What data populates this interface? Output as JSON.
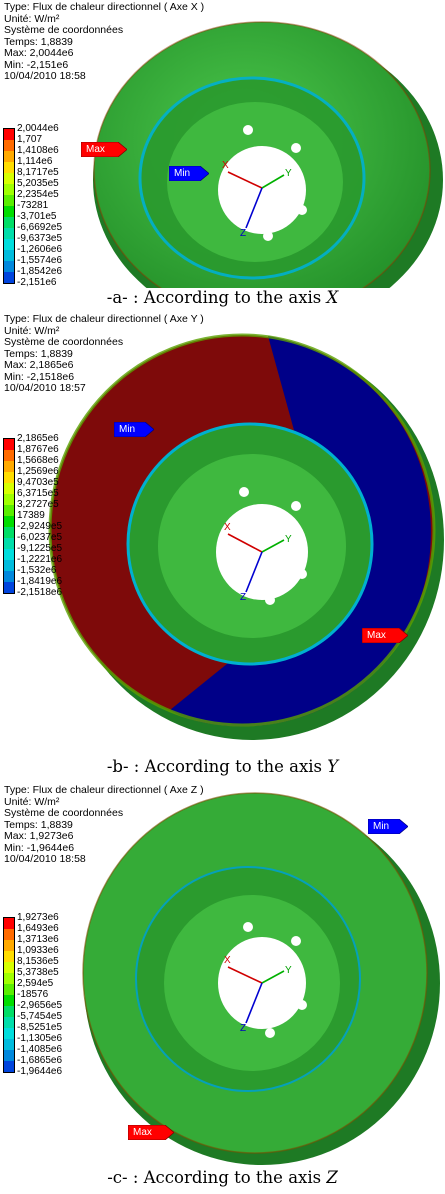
{
  "panels": [
    {
      "info": {
        "type": "Type: Flux de chaleur directionnel ( Axe X )",
        "unit": "Unité: W/m²",
        "coord": "Système de coordonnées",
        "time": "Temps: 1,8839",
        "max": "Max: 2,0044e6",
        "min": "Min: -2,151e6",
        "date": "10/04/2010 18:58"
      },
      "legend": [
        "2,0044e6",
        "1,707",
        "1,4108e6",
        "1,114e6",
        "8,1717e5",
        "5,2035e5",
        "2,2354e5",
        "-73281",
        "-3,701e5",
        "-6,6692e5",
        "-9,6373e5",
        "-1,2606e6",
        "-1,5574e6",
        "-1,8542e6",
        "-2,151e6"
      ],
      "max_label": "Max",
      "min_label": "Min",
      "axis_y": "Y",
      "axis_z": "Z",
      "axis_x": "X",
      "caption": "-a- : According to the axis ",
      "caption_axis": "X"
    },
    {
      "info": {
        "type": "Type: Flux de chaleur directionnel ( Axe Y )",
        "unit": "Unité: W/m²",
        "coord": "Système de coordonnées",
        "time": "Temps: 1,8839",
        "max": "Max: 2,1865e6",
        "min": "Min: -2,1518e6",
        "date": "10/04/2010 18:57"
      },
      "legend": [
        "2,1865e6",
        "1,8767e6",
        "1,5668e6",
        "1,2569e6",
        "9,4703e5",
        "6,3715e5",
        "3,2727e5",
        "17389",
        "-2,9249e5",
        "-6,0237e5",
        "-9,1225e5",
        "-1,2221e6",
        "-1,532e6",
        "-1,8419e6",
        "-2,1518e6"
      ],
      "max_label": "Max",
      "min_label": "Min",
      "axis_y": "Y",
      "axis_z": "Z",
      "axis_x": "X",
      "caption": "-b- : According to the axis ",
      "caption_axis": "Y"
    },
    {
      "info": {
        "type": "Type: Flux de chaleur directionnel ( Axe Z )",
        "unit": "Unité: W/m²",
        "coord": "Système de coordonnées",
        "time": "Temps: 1,8839",
        "max": "Max: 1,9273e6",
        "min": "Min: -1,9644e6",
        "date": "10/04/2010 18:58"
      },
      "legend": [
        "1,9273e6",
        "1,6493e6",
        "1,3713e6",
        "1,0933e6",
        "8,1536e5",
        "5,3738e5",
        "2,594e5",
        "-18576",
        "-2,9656e5",
        "-5,7454e5",
        "-8,5251e5",
        "-1,1305e6",
        "-1,4085e6",
        "-1,6865e6",
        "-1,9644e6"
      ],
      "max_label": "Max",
      "min_label": "Min",
      "axis_y": "Y",
      "axis_z": "Z",
      "axis_x": "X",
      "caption": "-c- : According to the axis ",
      "caption_axis": "Z"
    }
  ],
  "colors": {
    "scale": [
      "#ff0000",
      "#ff6a00",
      "#ffaa00",
      "#ffdd00",
      "#d8ff00",
      "#a0ff00",
      "#5aee00",
      "#00dd00",
      "#00dd66",
      "#00ddaa",
      "#00dddd",
      "#00bbdd",
      "#0088dd",
      "#0044dd",
      "#0000ff"
    ],
    "disc": "#2fa82f",
    "disc_dark": "#1e7a24",
    "hub": "#3fc23f",
    "red_zone": "#8a0000",
    "blue_zone": "#00008a",
    "marker_red": "#ff0000",
    "marker_blue": "#0000ff"
  }
}
